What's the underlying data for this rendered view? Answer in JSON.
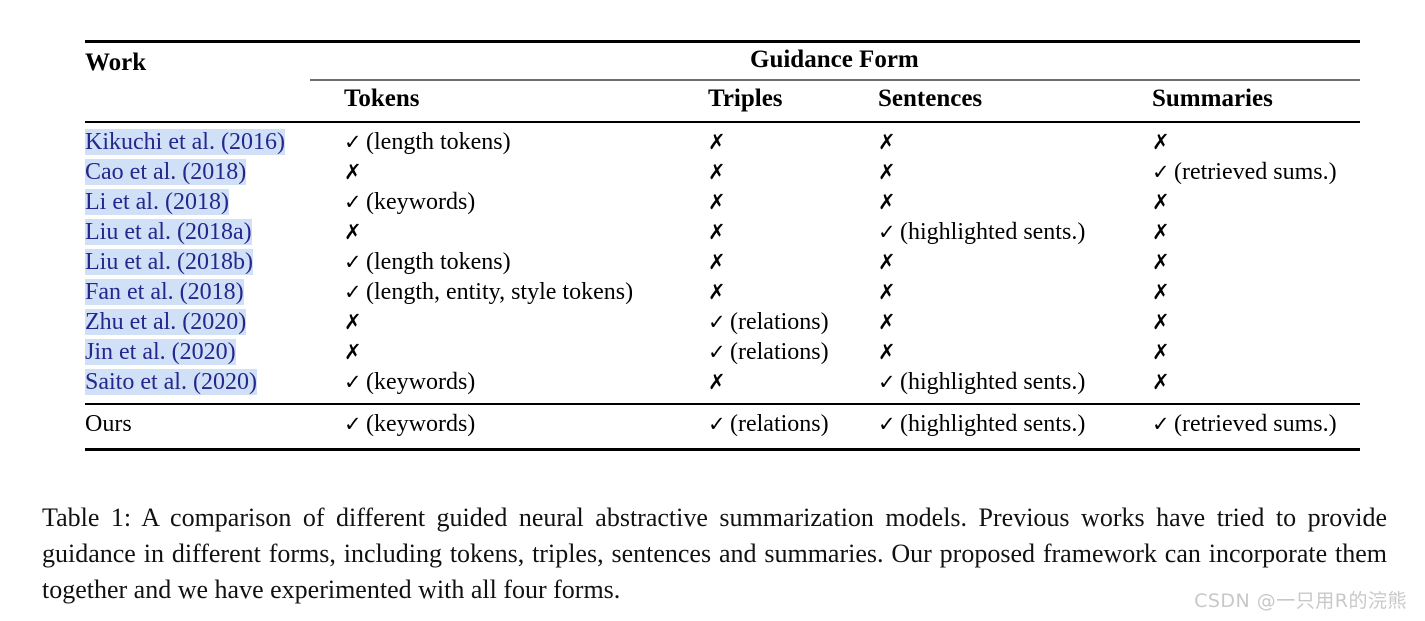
{
  "table": {
    "group_header": "Guidance Form",
    "work_header": "Work",
    "columns": [
      "Tokens",
      "Triples",
      "Sentences",
      "Summaries"
    ],
    "marks": {
      "yes": "✓",
      "no": "✗"
    },
    "highlight_color": "#cfe0f7",
    "link_color": "#26268c",
    "rows": [
      {
        "work": "Kikuchi et al. (2016)",
        "highlighted": true,
        "tokens": {
          "mark": "✓",
          "note": "(length tokens)"
        },
        "triples": {
          "mark": "✗",
          "note": ""
        },
        "sentences": {
          "mark": "✗",
          "note": ""
        },
        "summaries": {
          "mark": "✗",
          "note": ""
        }
      },
      {
        "work": "Cao et al. (2018)",
        "highlighted": true,
        "tokens": {
          "mark": "✗",
          "note": ""
        },
        "triples": {
          "mark": "✗",
          "note": ""
        },
        "sentences": {
          "mark": "✗",
          "note": ""
        },
        "summaries": {
          "mark": "✓",
          "note": "(retrieved sums.)"
        }
      },
      {
        "work": "Li et al. (2018)",
        "highlighted": true,
        "tokens": {
          "mark": "✓",
          "note": "(keywords)"
        },
        "triples": {
          "mark": "✗",
          "note": ""
        },
        "sentences": {
          "mark": "✗",
          "note": ""
        },
        "summaries": {
          "mark": "✗",
          "note": ""
        }
      },
      {
        "work": "Liu et al. (2018a)",
        "highlighted": true,
        "tokens": {
          "mark": "✗",
          "note": ""
        },
        "triples": {
          "mark": "✗",
          "note": ""
        },
        "sentences": {
          "mark": "✓",
          "note": "(highlighted sents.)"
        },
        "summaries": {
          "mark": "✗",
          "note": ""
        }
      },
      {
        "work": "Liu et al. (2018b)",
        "highlighted": true,
        "tokens": {
          "mark": "✓",
          "note": "(length tokens)"
        },
        "triples": {
          "mark": "✗",
          "note": ""
        },
        "sentences": {
          "mark": "✗",
          "note": ""
        },
        "summaries": {
          "mark": "✗",
          "note": ""
        }
      },
      {
        "work": "Fan et al. (2018)",
        "highlighted": true,
        "tokens": {
          "mark": "✓",
          "note": "(length, entity, style tokens)"
        },
        "triples": {
          "mark": "✗",
          "note": ""
        },
        "sentences": {
          "mark": "✗",
          "note": ""
        },
        "summaries": {
          "mark": "✗",
          "note": ""
        }
      },
      {
        "work": "Zhu et al. (2020)",
        "highlighted": true,
        "tokens": {
          "mark": "✗",
          "note": ""
        },
        "triples": {
          "mark": "✓",
          "note": "(relations)"
        },
        "sentences": {
          "mark": "✗",
          "note": ""
        },
        "summaries": {
          "mark": "✗",
          "note": ""
        }
      },
      {
        "work": "Jin et al. (2020)",
        "highlighted": true,
        "tokens": {
          "mark": "✗",
          "note": ""
        },
        "triples": {
          "mark": "✓",
          "note": "(relations)"
        },
        "sentences": {
          "mark": "✗",
          "note": ""
        },
        "summaries": {
          "mark": "✗",
          "note": ""
        }
      },
      {
        "work": "Saito et al. (2020)",
        "highlighted": true,
        "tokens": {
          "mark": "✓",
          "note": "(keywords)"
        },
        "triples": {
          "mark": "✗",
          "note": ""
        },
        "sentences": {
          "mark": "✓",
          "note": "(highlighted sents.)"
        },
        "summaries": {
          "mark": "✗",
          "note": ""
        }
      }
    ],
    "ours": {
      "work": "Ours",
      "tokens": {
        "mark": "✓",
        "note": "(keywords)"
      },
      "triples": {
        "mark": "✓",
        "note": "(relations)"
      },
      "sentences": {
        "mark": "✓",
        "note": "(highlighted sents.)"
      },
      "summaries": {
        "mark": "✓",
        "note": "(retrieved sums.)"
      }
    }
  },
  "caption": {
    "label": "Table 1:",
    "text": "A comparison of different guided neural abstractive summarization models. Previous works have tried to provide guidance in different forms, including tokens, triples, sentences and summaries. Our proposed framework can incorporate them together and we have experimented with all four forms."
  },
  "watermark": "CSDN @一只用R的浣熊"
}
